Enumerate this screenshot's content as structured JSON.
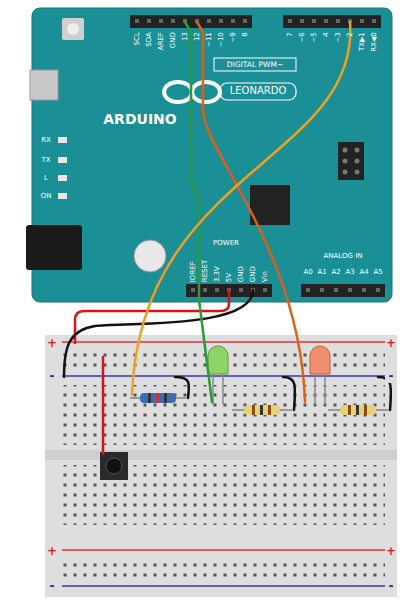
{
  "diagram": {
    "labels": [
      "SCL",
      "SDA",
      "AREF",
      "GND",
      "13",
      "12",
      "~11",
      "~10",
      "~9",
      "8",
      "7",
      "~6",
      "~5",
      "4",
      "~3",
      "2",
      "TX▶1",
      "RX◀0",
      "DIGITAL PWM~",
      "ARDUINO",
      "LEONARDO",
      "RX",
      "TX",
      "L",
      "ON",
      "IOREF",
      "RESET",
      "3.3V",
      "5V",
      "GND",
      "GND",
      "Vin",
      "POWER",
      "ANALOG IN",
      "A0",
      "A1",
      "A2",
      "A3",
      "A4",
      "A5",
      "+",
      "-",
      "+",
      "-",
      "+",
      "-",
      "+",
      "-"
    ]
  }
}
